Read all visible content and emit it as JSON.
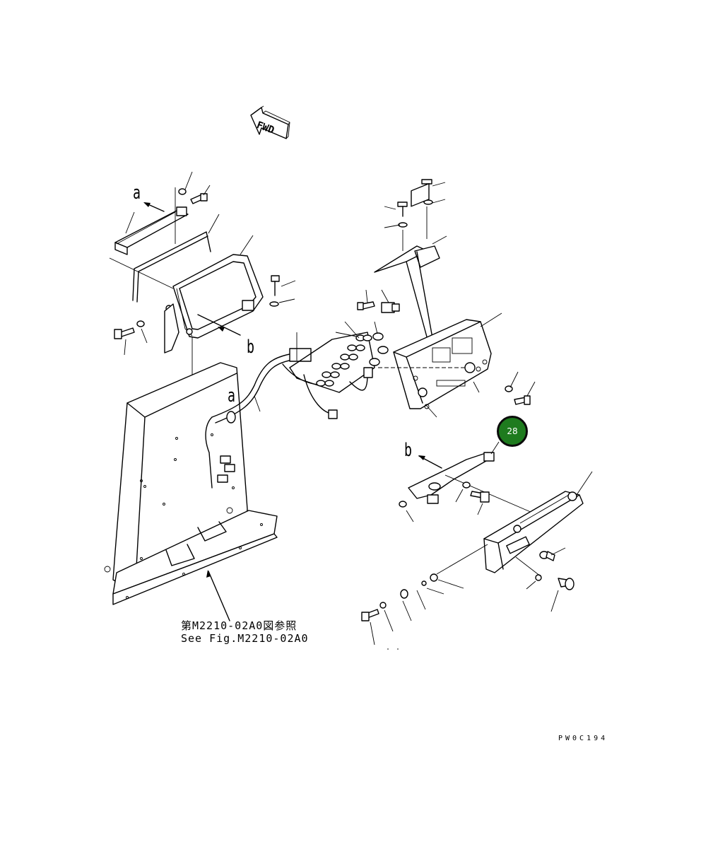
{
  "orientation": {
    "label": "FWD"
  },
  "view_refs": {
    "a": "a",
    "b": "b"
  },
  "callouts": [
    {
      "id": "28",
      "label": "28",
      "color": "#1e7b1e"
    }
  ],
  "reference": {
    "line1": "第M2210-02A0図参照",
    "line2": "See Fig.M2210-02A0"
  },
  "drawing_code": "PW0C194"
}
